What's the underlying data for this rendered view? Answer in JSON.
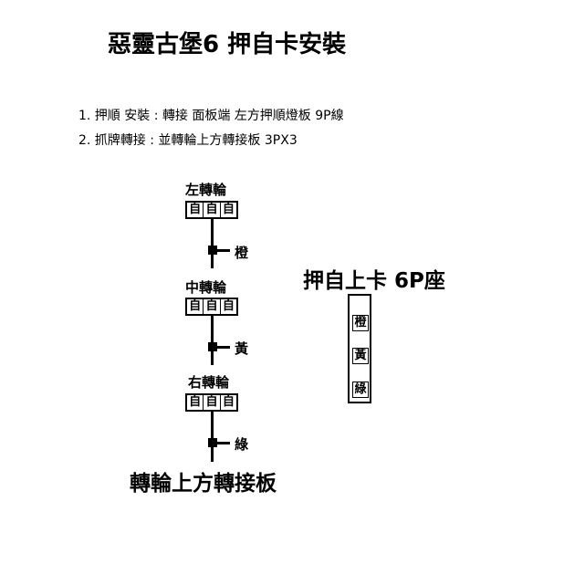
{
  "title": "惡靈古堡6  押自卡安裝",
  "notes": [
    "1. 押順 安裝 : 轉接 面板端 左方押順燈板 9P線",
    "2. 抓牌轉接 :  並轉輪上方轉接板 3PX3"
  ],
  "wheels": [
    {
      "label": "左轉輪",
      "cells": [
        "自",
        "自",
        "自"
      ],
      "wire": "橙"
    },
    {
      "label": "中轉輪",
      "cells": [
        "自",
        "自",
        "自"
      ],
      "wire": "黃"
    },
    {
      "label": "右轉輪",
      "cells": [
        "自",
        "自",
        "自"
      ],
      "wire": "綠"
    }
  ],
  "bottom_label": "轉輪上方轉接板",
  "connector": {
    "title": "押自上卡 6P座",
    "pins": [
      "橙",
      "黃",
      "綠"
    ]
  }
}
